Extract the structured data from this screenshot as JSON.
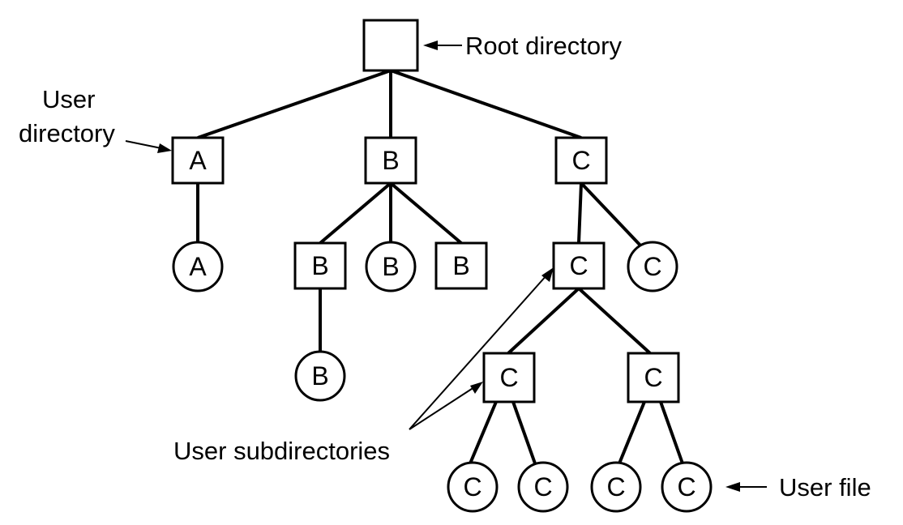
{
  "nodes": {
    "root": "",
    "dirA": "A",
    "dirB": "B",
    "dirC": "C",
    "fileA": "A",
    "subB": "B",
    "fileB1": "B",
    "dirB3": "B",
    "fileB2": "B",
    "subC": "C",
    "fileC1": "C",
    "subC2": "C",
    "subC3": "C",
    "fileC2": "C",
    "fileC3": "C",
    "fileC4": "C",
    "fileC5": "C"
  },
  "annotations": {
    "root_directory": "Root directory",
    "user_directory_line1": "User",
    "user_directory_line2": "directory",
    "user_subdirectories": "User subdirectories",
    "user_file": "User file"
  }
}
